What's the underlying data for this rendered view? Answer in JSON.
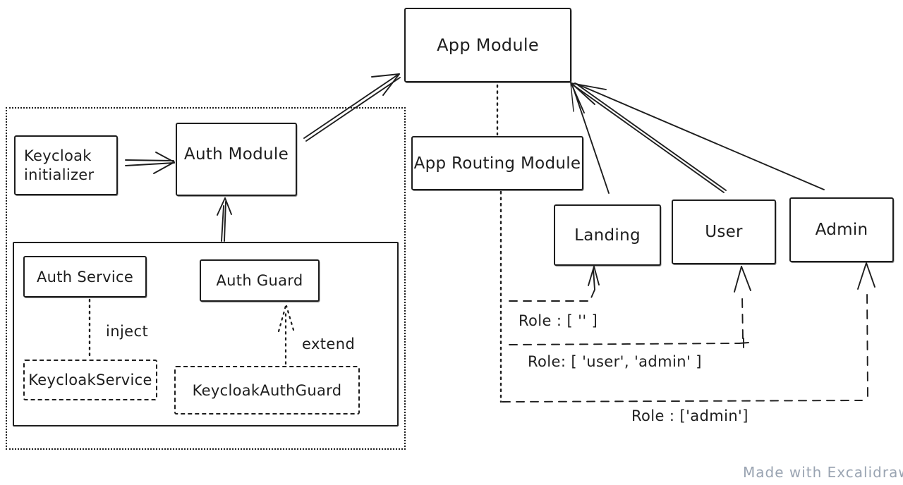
{
  "canvas": {
    "background": "#ffffff",
    "stroke_color": "#1e1e1e",
    "watermark_color": "#9aa4b2"
  },
  "watermark": "Made with Excalidraw",
  "nodes": {
    "app_module": "App Module",
    "keycloak_initializer": "Keycloak initializer",
    "auth_module": "Auth Module",
    "app_routing_module": "App Routing Module",
    "landing": "Landing",
    "user": "User",
    "admin": "Admin",
    "auth_service": "Auth Service",
    "auth_guard": "Auth Guard",
    "keycloak_service": "KeycloakService",
    "keycloak_auth_guard": "KeycloakAuthGuard"
  },
  "edge_labels": {
    "inject": "inject",
    "extend": "extend",
    "role_landing": "Role : [ '' ]",
    "role_user": "Role: [ 'user', 'admin' ]",
    "role_admin": "Role : ['admin']"
  }
}
